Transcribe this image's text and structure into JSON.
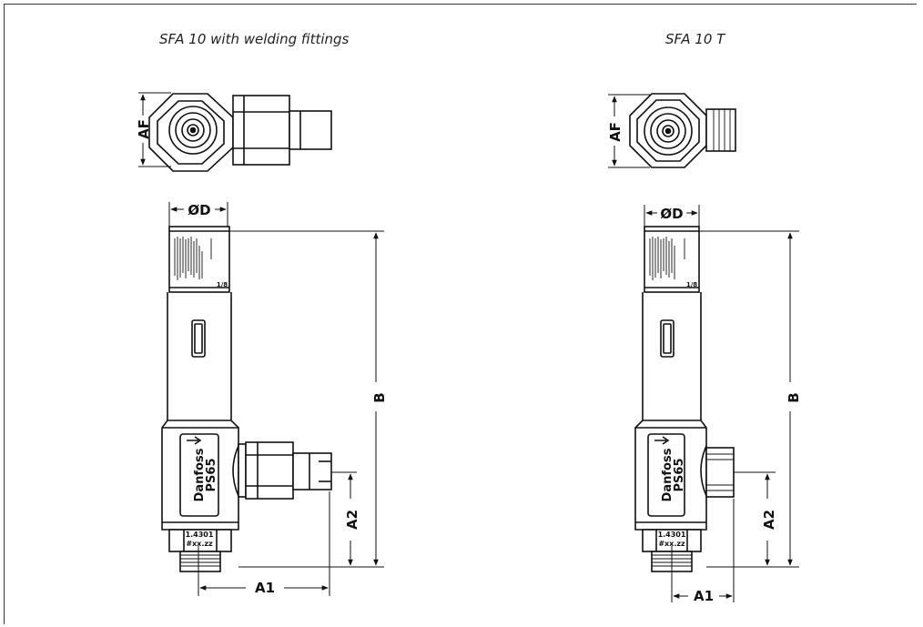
{
  "views": [
    {
      "caption": "SFA 10 with welding fittings",
      "dims": {
        "af": "AF",
        "od": "ØD",
        "b": "B",
        "a1": "A1",
        "a2": "A2"
      },
      "label": {
        "brand": "Danfoss",
        "model": "PS65",
        "material": "1.4301",
        "code": "#xx.zz",
        "size": "1/8"
      }
    },
    {
      "caption": "SFA 10 T",
      "dims": {
        "af": "AF",
        "od": "ØD",
        "b": "B",
        "a1": "A1",
        "a2": "A2"
      },
      "label": {
        "brand": "Danfoss",
        "model": "PS65",
        "material": "1.4301",
        "code": "#xx.zz",
        "size": "1/8"
      }
    }
  ]
}
